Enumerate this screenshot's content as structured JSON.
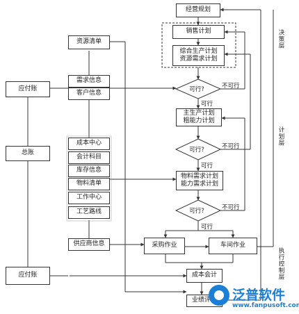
{
  "boxes": {
    "jingying": "经营规划",
    "xiaoshou": "销售计划",
    "zonghe": [
      "综合生产计划",
      "资源需求计划"
    ],
    "zhushengchan": [
      "主生产计划",
      "粗能力计划"
    ],
    "wuliao": [
      "物料需求计划",
      "能力需求计划"
    ],
    "caigou": "采购作业",
    "chejian": "车间作业",
    "chengben_kuaiji": "成本会计",
    "yeji": "业绩评价",
    "ziyuan": "资源清单",
    "xuqiu": "需求信息",
    "kehu": "客户信息",
    "chengben_zhongxin": "成本中心",
    "kuaiji_kemu": "会计科目",
    "kucun": "库存信息",
    "wuliao_qingdan": "物料清单",
    "gongzuo": "工作中心",
    "gongyi": "工艺路线",
    "gongying": "供应商信息",
    "yingfu_top": "应付账",
    "zongzhang": "总账",
    "yingfu_bottom": "应付账"
  },
  "decisions": {
    "d1": "可行?",
    "d2": "可行?",
    "d3": "可行?"
  },
  "edge_labels": {
    "no1": "不可行",
    "yes1": "可行",
    "no2": "不可行",
    "yes2": "可行",
    "no3": "不可行",
    "yes3": "可行"
  },
  "layers": {
    "juece": "决策层",
    "jihua": "计划层",
    "zhixing": "执行控制层"
  },
  "watermark": {
    "name": "泛普软件",
    "url": "www.fanpusoft.com"
  }
}
